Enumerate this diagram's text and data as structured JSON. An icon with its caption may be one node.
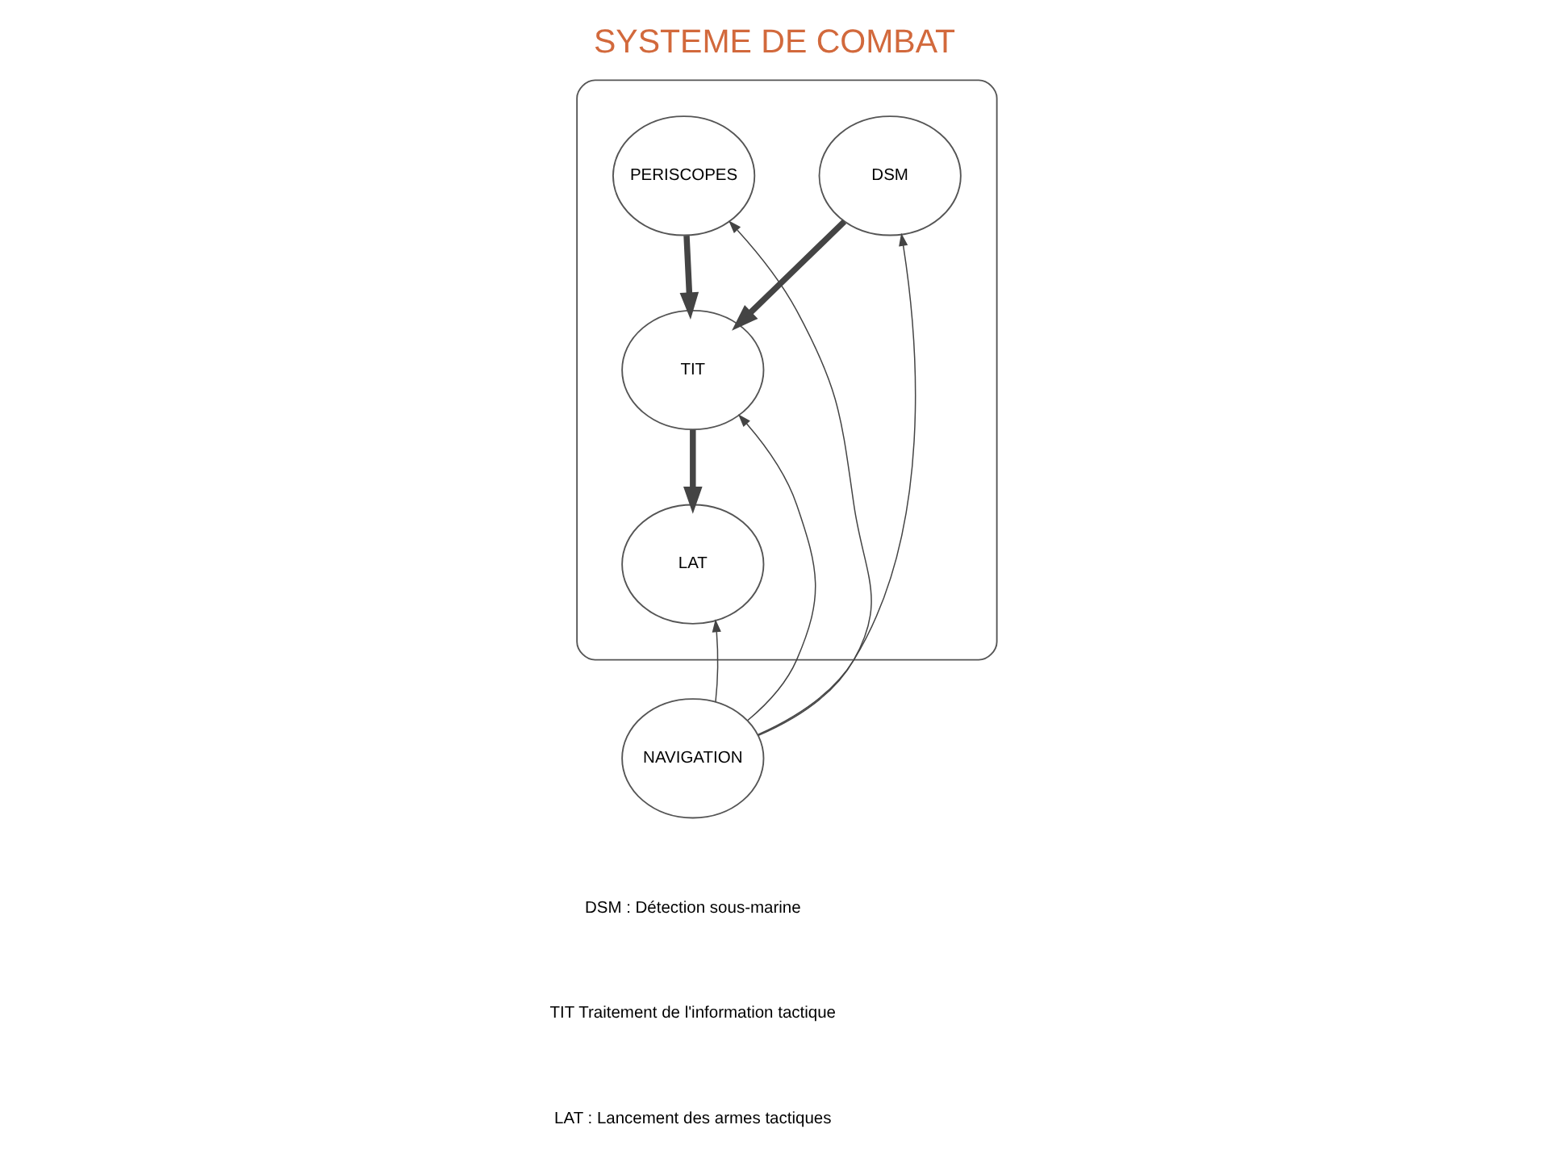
{
  "diagram": {
    "title": "SYSTEME DE COMBAT",
    "nodes": [
      {
        "text": [],
        "shape": "ellipse"
      },
      {
        "text": [
          "DSM"
        ],
        "in": 0
      },
      {
        "text": [
          "PERISCOPES"
        ],
        "in": 0
      },
      {
        "text": [
          "TIT"
        ],
        "in": 0
      },
      {
        "text": [
          "LAT"
        ],
        "in": 0
      },
      {
        "text": [
          "NAVIGATION"
        ]
      }
    ],
    "edges": [
      {
        "from": 1,
        "to": 3,
        "arrow": "to",
        "style": "thick"
      },
      {
        "from": 2,
        "to": 3,
        "arrow": "to",
        "style": "thick"
      },
      {
        "from": 3,
        "to": 4,
        "arrow": "to",
        "style": "thick"
      },
      {
        "from": 5,
        "to": 1,
        "arrow": "to"
      },
      {
        "from": 5,
        "to": 2,
        "arrow": "to"
      },
      {
        "from": 5,
        "to": 3,
        "arrow": "to"
      },
      {
        "from": 5,
        "to": 4,
        "arrow": "to"
      }
    ],
    "labels": [
      "DSM : Détection sous-marine",
      "TIT Traitement de l'information tactique",
      "LAT : Lancement des armes tactiques"
    ]
  }
}
